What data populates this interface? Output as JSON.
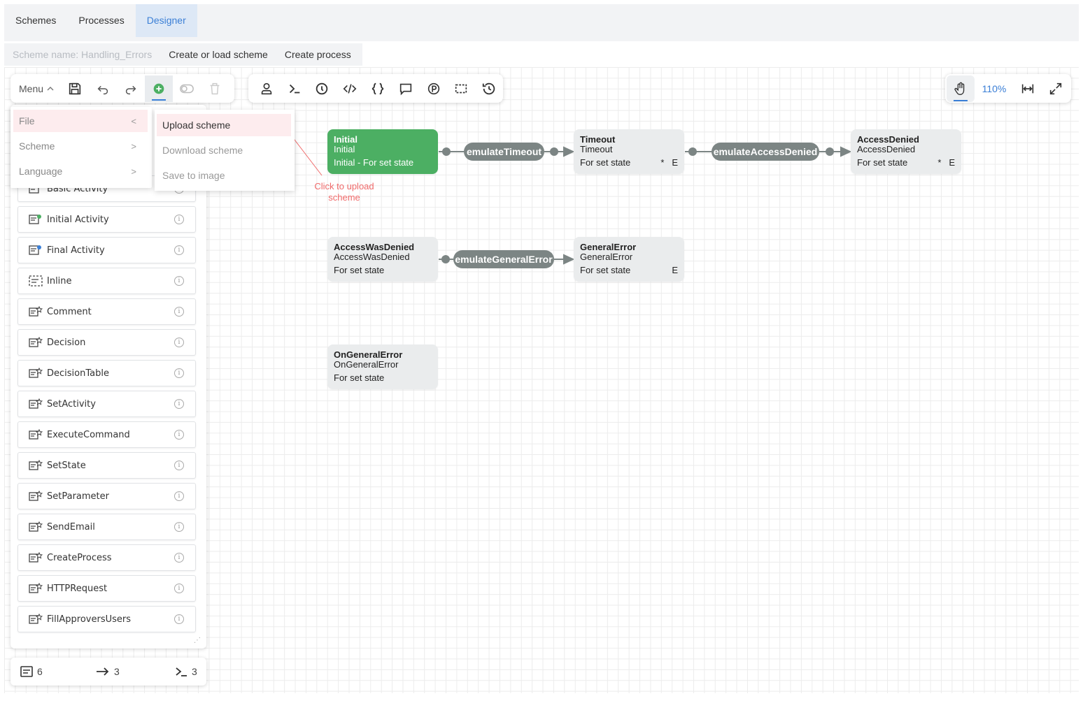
{
  "tabs": [
    {
      "label": "Schemes"
    },
    {
      "label": "Processes"
    },
    {
      "label": "Designer",
      "active": true
    }
  ],
  "subbar": {
    "scheme_name": "Scheme name: Handling_Errors",
    "create_or_load": "Create or load scheme",
    "create_process": "Create process"
  },
  "toolbar_left": {
    "menu_label": "Menu",
    "icons": [
      "save-icon",
      "undo-icon",
      "redo-icon",
      "add-icon",
      "toggle-icon",
      "delete-icon"
    ]
  },
  "toolbar_mid": {
    "icons": [
      "actor-icon",
      "command-icon",
      "timer-icon",
      "code-icon",
      "braces-icon",
      "comment-icon",
      "parameter-icon",
      "selection-icon",
      "history-icon"
    ]
  },
  "toolbar_right": {
    "zoom": "110%",
    "icons": [
      "hand-icon",
      "fit-width-icon",
      "fullscreen-icon"
    ]
  },
  "file_menu": {
    "items": [
      {
        "label": "File",
        "active": true
      },
      {
        "label": "Scheme"
      },
      {
        "label": "Language"
      }
    ],
    "submenu": [
      {
        "label": "Upload scheme",
        "active": true
      },
      {
        "label": "Download scheme"
      },
      {
        "label": "Save to image"
      }
    ],
    "hint": "Click to upload scheme"
  },
  "activities": [
    {
      "label": "Basic Activity"
    },
    {
      "label": "Initial Activity"
    },
    {
      "label": "Final Activity"
    },
    {
      "label": "Inline"
    },
    {
      "label": "Comment"
    },
    {
      "label": "Decision"
    },
    {
      "label": "DecisionTable"
    },
    {
      "label": "SetActivity"
    },
    {
      "label": "ExecuteCommand"
    },
    {
      "label": "SetState"
    },
    {
      "label": "SetParameter"
    },
    {
      "label": "SendEmail"
    },
    {
      "label": "CreateProcess"
    },
    {
      "label": "HTTPRequest"
    },
    {
      "label": "FillApproversUsers"
    }
  ],
  "footer": {
    "activities_count": "6",
    "transitions_count": "3",
    "commands_count": "3"
  },
  "nodes": {
    "initial": {
      "name": "Initial",
      "state": "Initial",
      "line3": "Initial - For set state"
    },
    "timeout": {
      "name": "Timeout",
      "state": "Timeout",
      "line3": "For set state",
      "flags": "*   E"
    },
    "access_denied": {
      "name": "AccessDenied",
      "state": "AccessDenied",
      "line3": "For set state",
      "flags": "*   E"
    },
    "access_was_denied": {
      "name": "AccessWasDenied",
      "state": "AccessWasDenied",
      "line3": "For set state"
    },
    "general_error": {
      "name": "GeneralError",
      "state": "GeneralError",
      "line3": "For set state",
      "flags": "E"
    },
    "on_general_error": {
      "name": "OnGeneralError",
      "state": "OnGeneralError",
      "line3": "For set state"
    }
  },
  "transitions": {
    "t1": "emulateTimeout",
    "t2": "emulateAccessDenied",
    "t3": "emulateGeneralError"
  },
  "colors": {
    "accent": "#3b7fd6",
    "initial_node": "#4caf63",
    "transition": "#7c8584",
    "hint": "#f06a6a"
  }
}
